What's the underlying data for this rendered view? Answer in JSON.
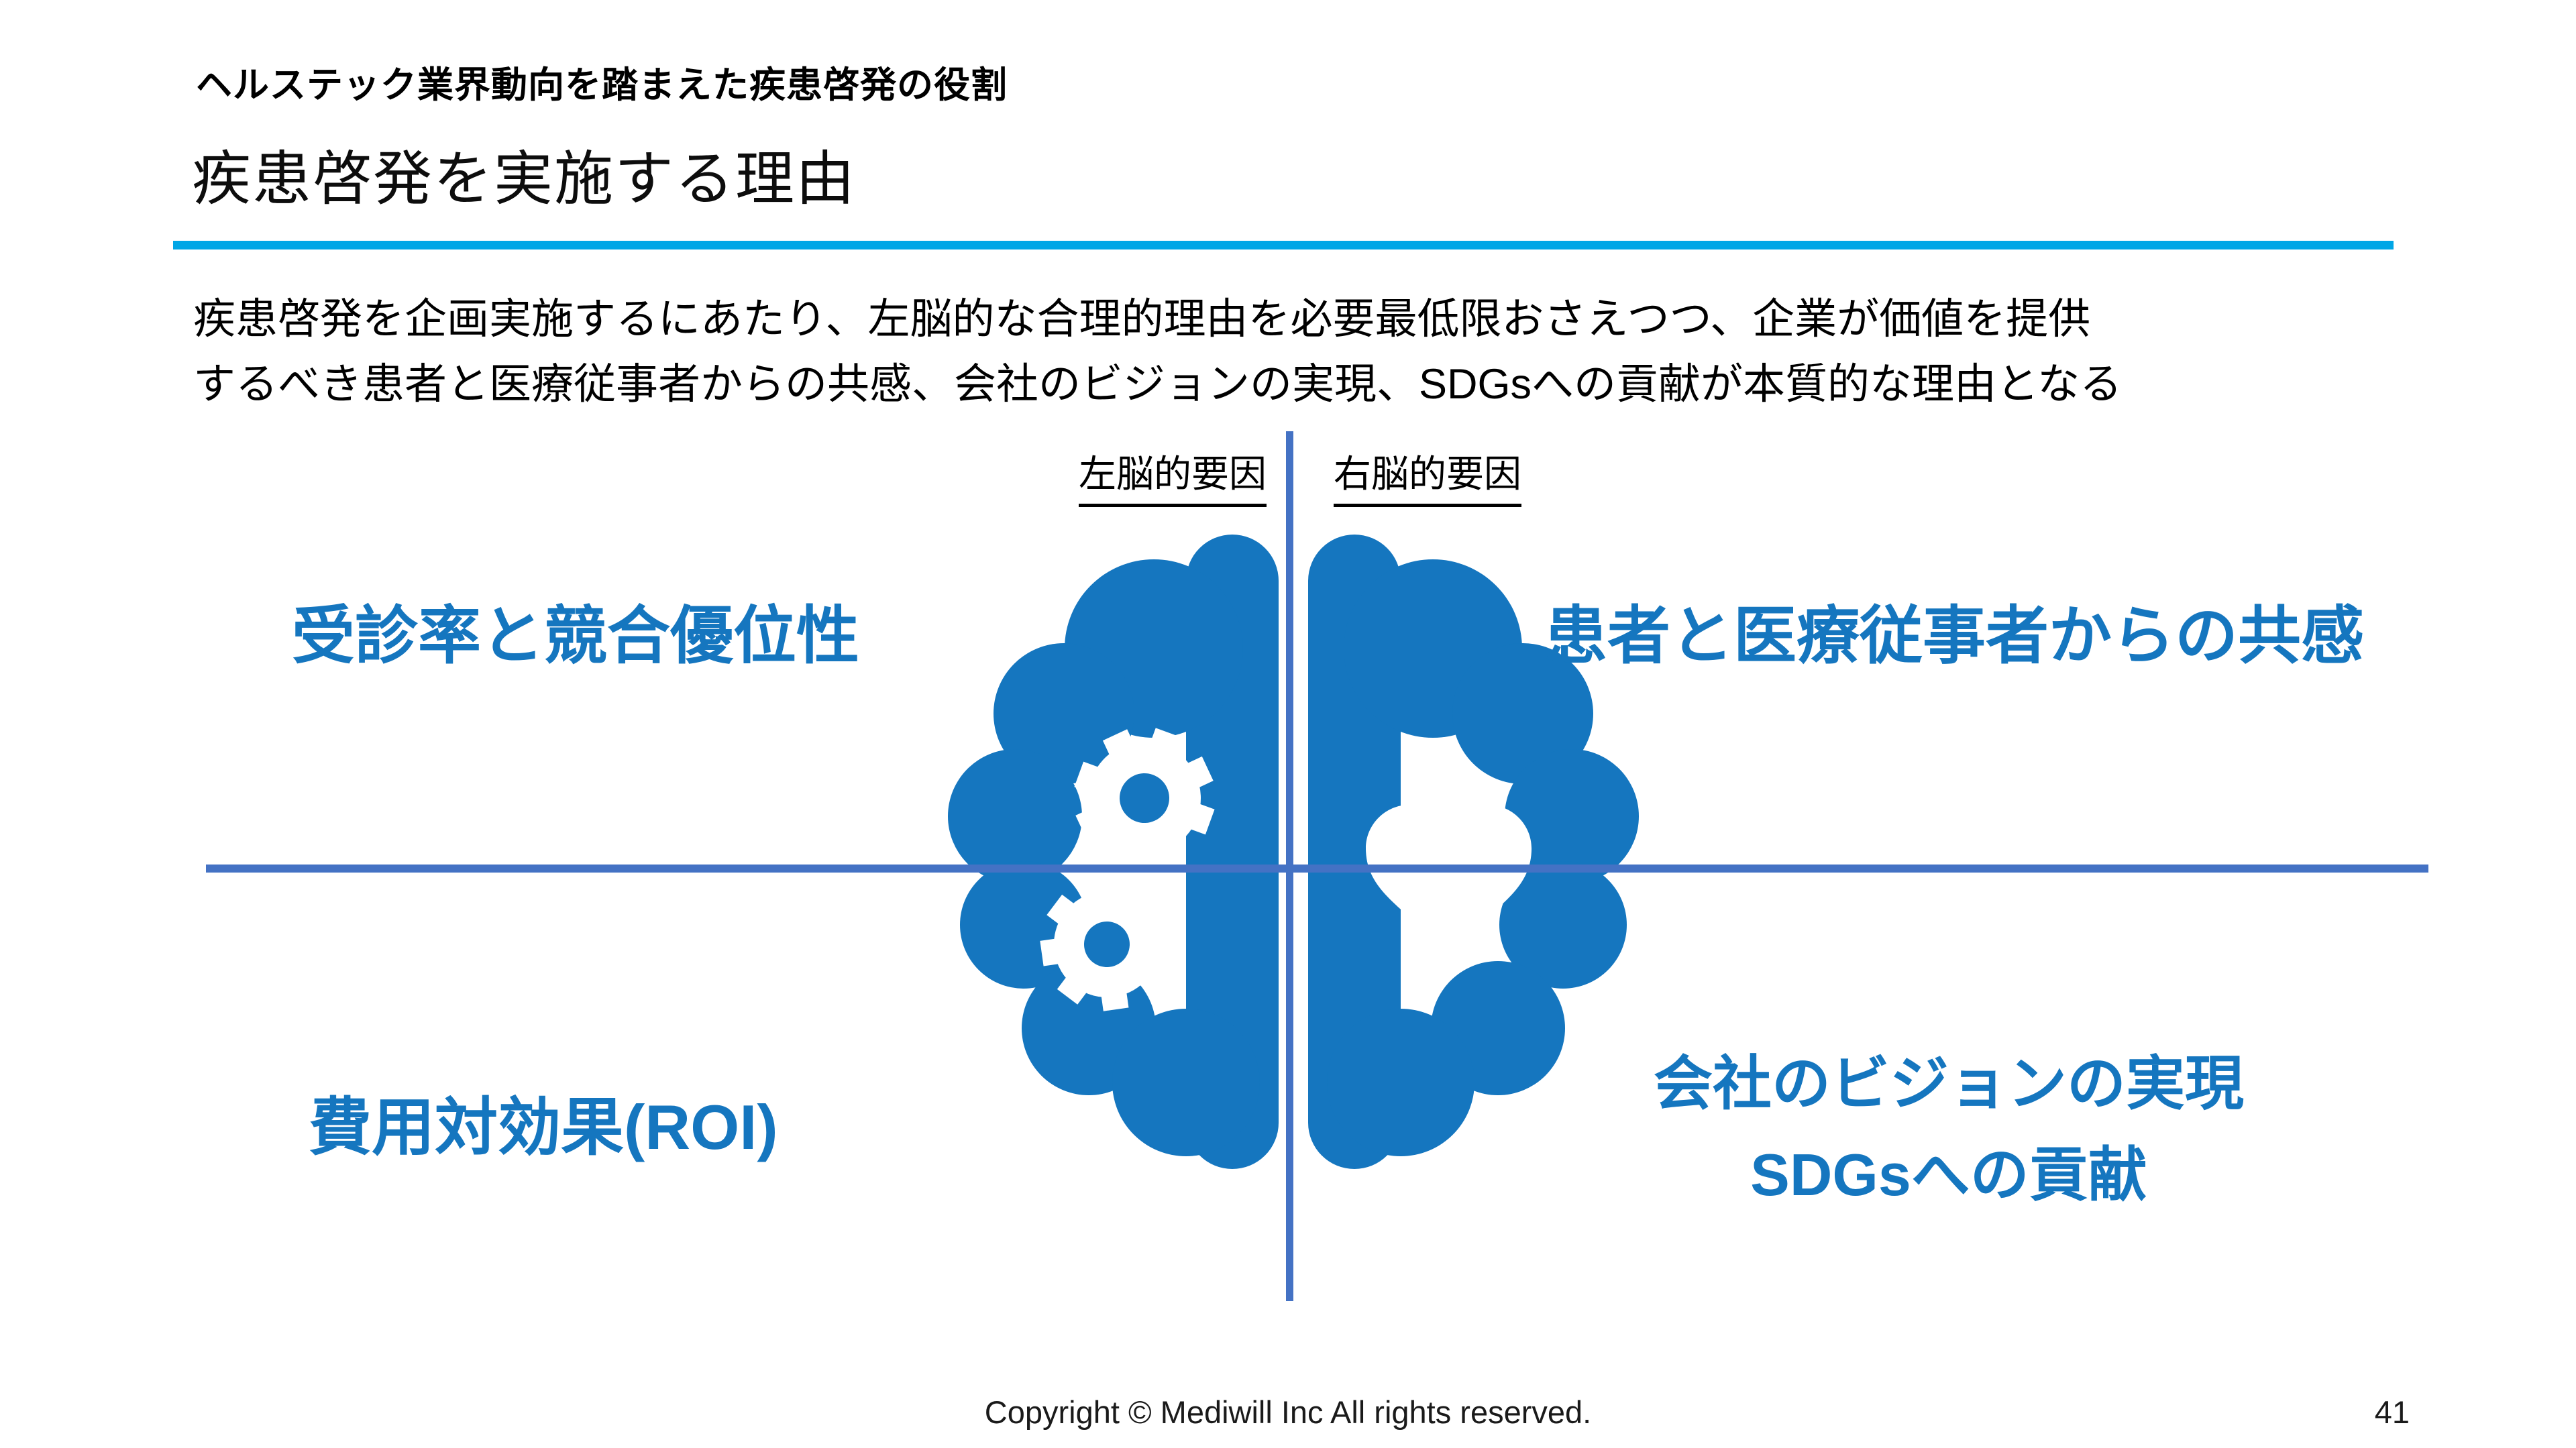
{
  "slide": {
    "kicker": "ヘルステック業界動向を踏まえた疾患啓発の役割",
    "title": "疾患啓発を実施する理由",
    "lead_line1": "疾患啓発を企画実施するにあたり、左脳的な合理的理由を必要最低限おさえつつ、企業が価値を提供",
    "lead_line2": "するべき患者と医療従事者からの共感、会社のビジョンの実現、SDGsへの貢献が本質的な理由となる"
  },
  "diagram": {
    "left_header": "左脳的要因",
    "right_header": "右脳的要因",
    "quadrants": {
      "top_left": "受診率と競合優位性",
      "top_right": "患者と医療従事者からの共感",
      "bottom_left": "費用対効果(ROI)",
      "bottom_right_line1": "会社のビジョンの実現",
      "bottom_right_line2": "SDGsへの貢献"
    },
    "icons": {
      "left_hemisphere": "gears-icon",
      "right_hemisphere": "heart-icon"
    },
    "colors": {
      "brain_blue": "#1576bf",
      "axis_blue": "#4472c4",
      "title_rule_cyan": "#00a6e6",
      "quadrant_text_blue": "#1576bf"
    }
  },
  "footer": {
    "copyright": "Copyright © Mediwill Inc All rights reserved.",
    "page_number": "41"
  }
}
